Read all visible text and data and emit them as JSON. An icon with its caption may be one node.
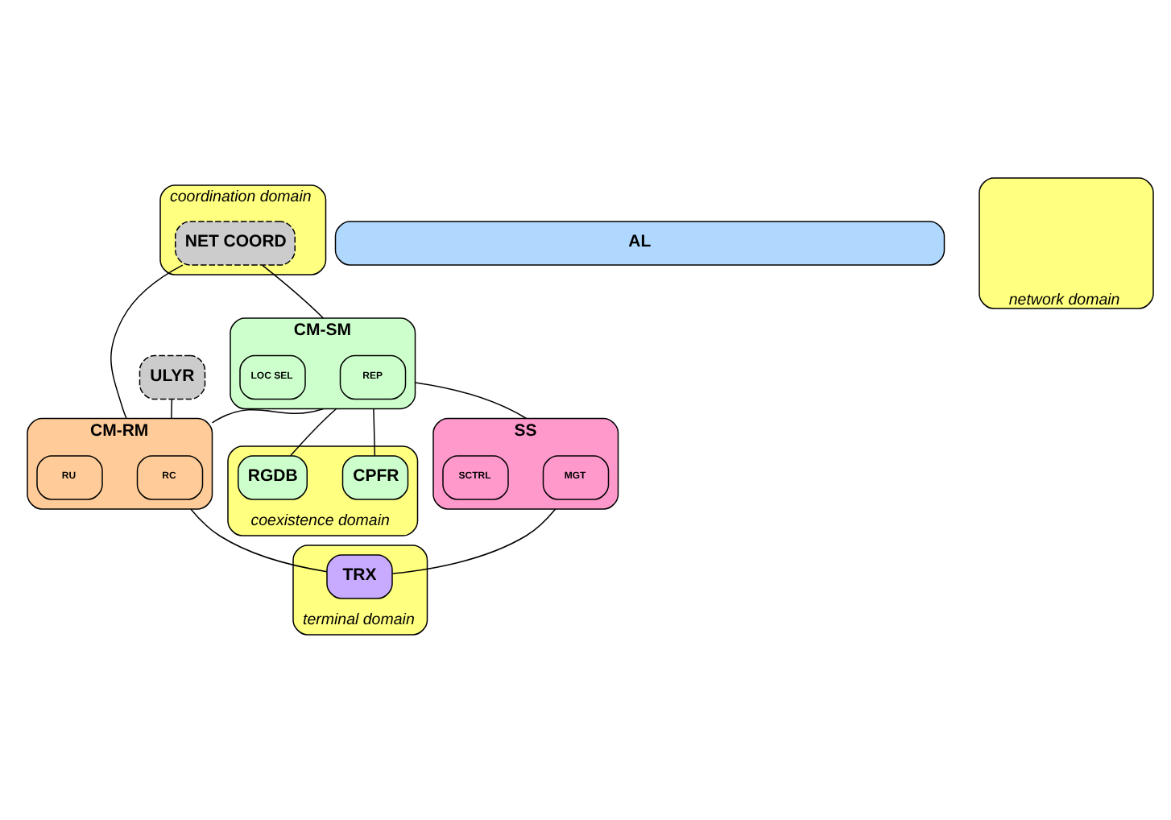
{
  "diagram": {
    "nodes": [
      {
        "text": [
          "coordination domain"
        ]
      },
      {
        "text": [
          "NET COORD"
        ],
        "in": 0
      },
      {
        "text": [
          "ULYR"
        ]
      },
      {
        "text": [
          "CM-SM"
        ]
      },
      {
        "text": [
          "REP"
        ],
        "in": 3
      },
      {
        "text": [
          "LOC SEL"
        ],
        "in": 3
      },
      {
        "text": [
          "CM-RM"
        ]
      },
      {
        "text": [
          "RC"
        ],
        "in": 6
      },
      {
        "text": [
          "RU"
        ],
        "in": 6
      },
      {
        "text": [
          "AL"
        ]
      },
      {
        "text": [
          "coexistence domain"
        ]
      },
      {
        "text": [
          "CPFR"
        ],
        "in": 10
      },
      {
        "text": [
          "RGDB"
        ],
        "in": 10
      },
      {
        "text": [
          "network domain"
        ]
      },
      {
        "text": [
          "SS"
        ]
      },
      {
        "text": [
          "MGT"
        ],
        "in": 14
      },
      {
        "text": [
          "SCTRL"
        ],
        "in": 14
      },
      {
        "text": [
          "terminal domain"
        ]
      },
      {
        "text": [
          "TRX"
        ],
        "in": 17
      }
    ],
    "edges": [
      {
        "from": 1,
        "to": 6,
        "arrow": "none"
      },
      {
        "from": 1,
        "to": 3,
        "arrow": "none"
      },
      {
        "from": 2,
        "to": 6,
        "arrow": "none"
      },
      {
        "from": 3,
        "to": 6,
        "arrow": "none"
      },
      {
        "from": 3,
        "to": 11,
        "arrow": "none"
      },
      {
        "from": 3,
        "to": 12,
        "arrow": "none"
      },
      {
        "from": 3,
        "to": 14,
        "arrow": "none"
      },
      {
        "from": 6,
        "to": 18,
        "arrow": "none"
      },
      {
        "from": 14,
        "to": 18,
        "arrow": "none"
      }
    ]
  }
}
